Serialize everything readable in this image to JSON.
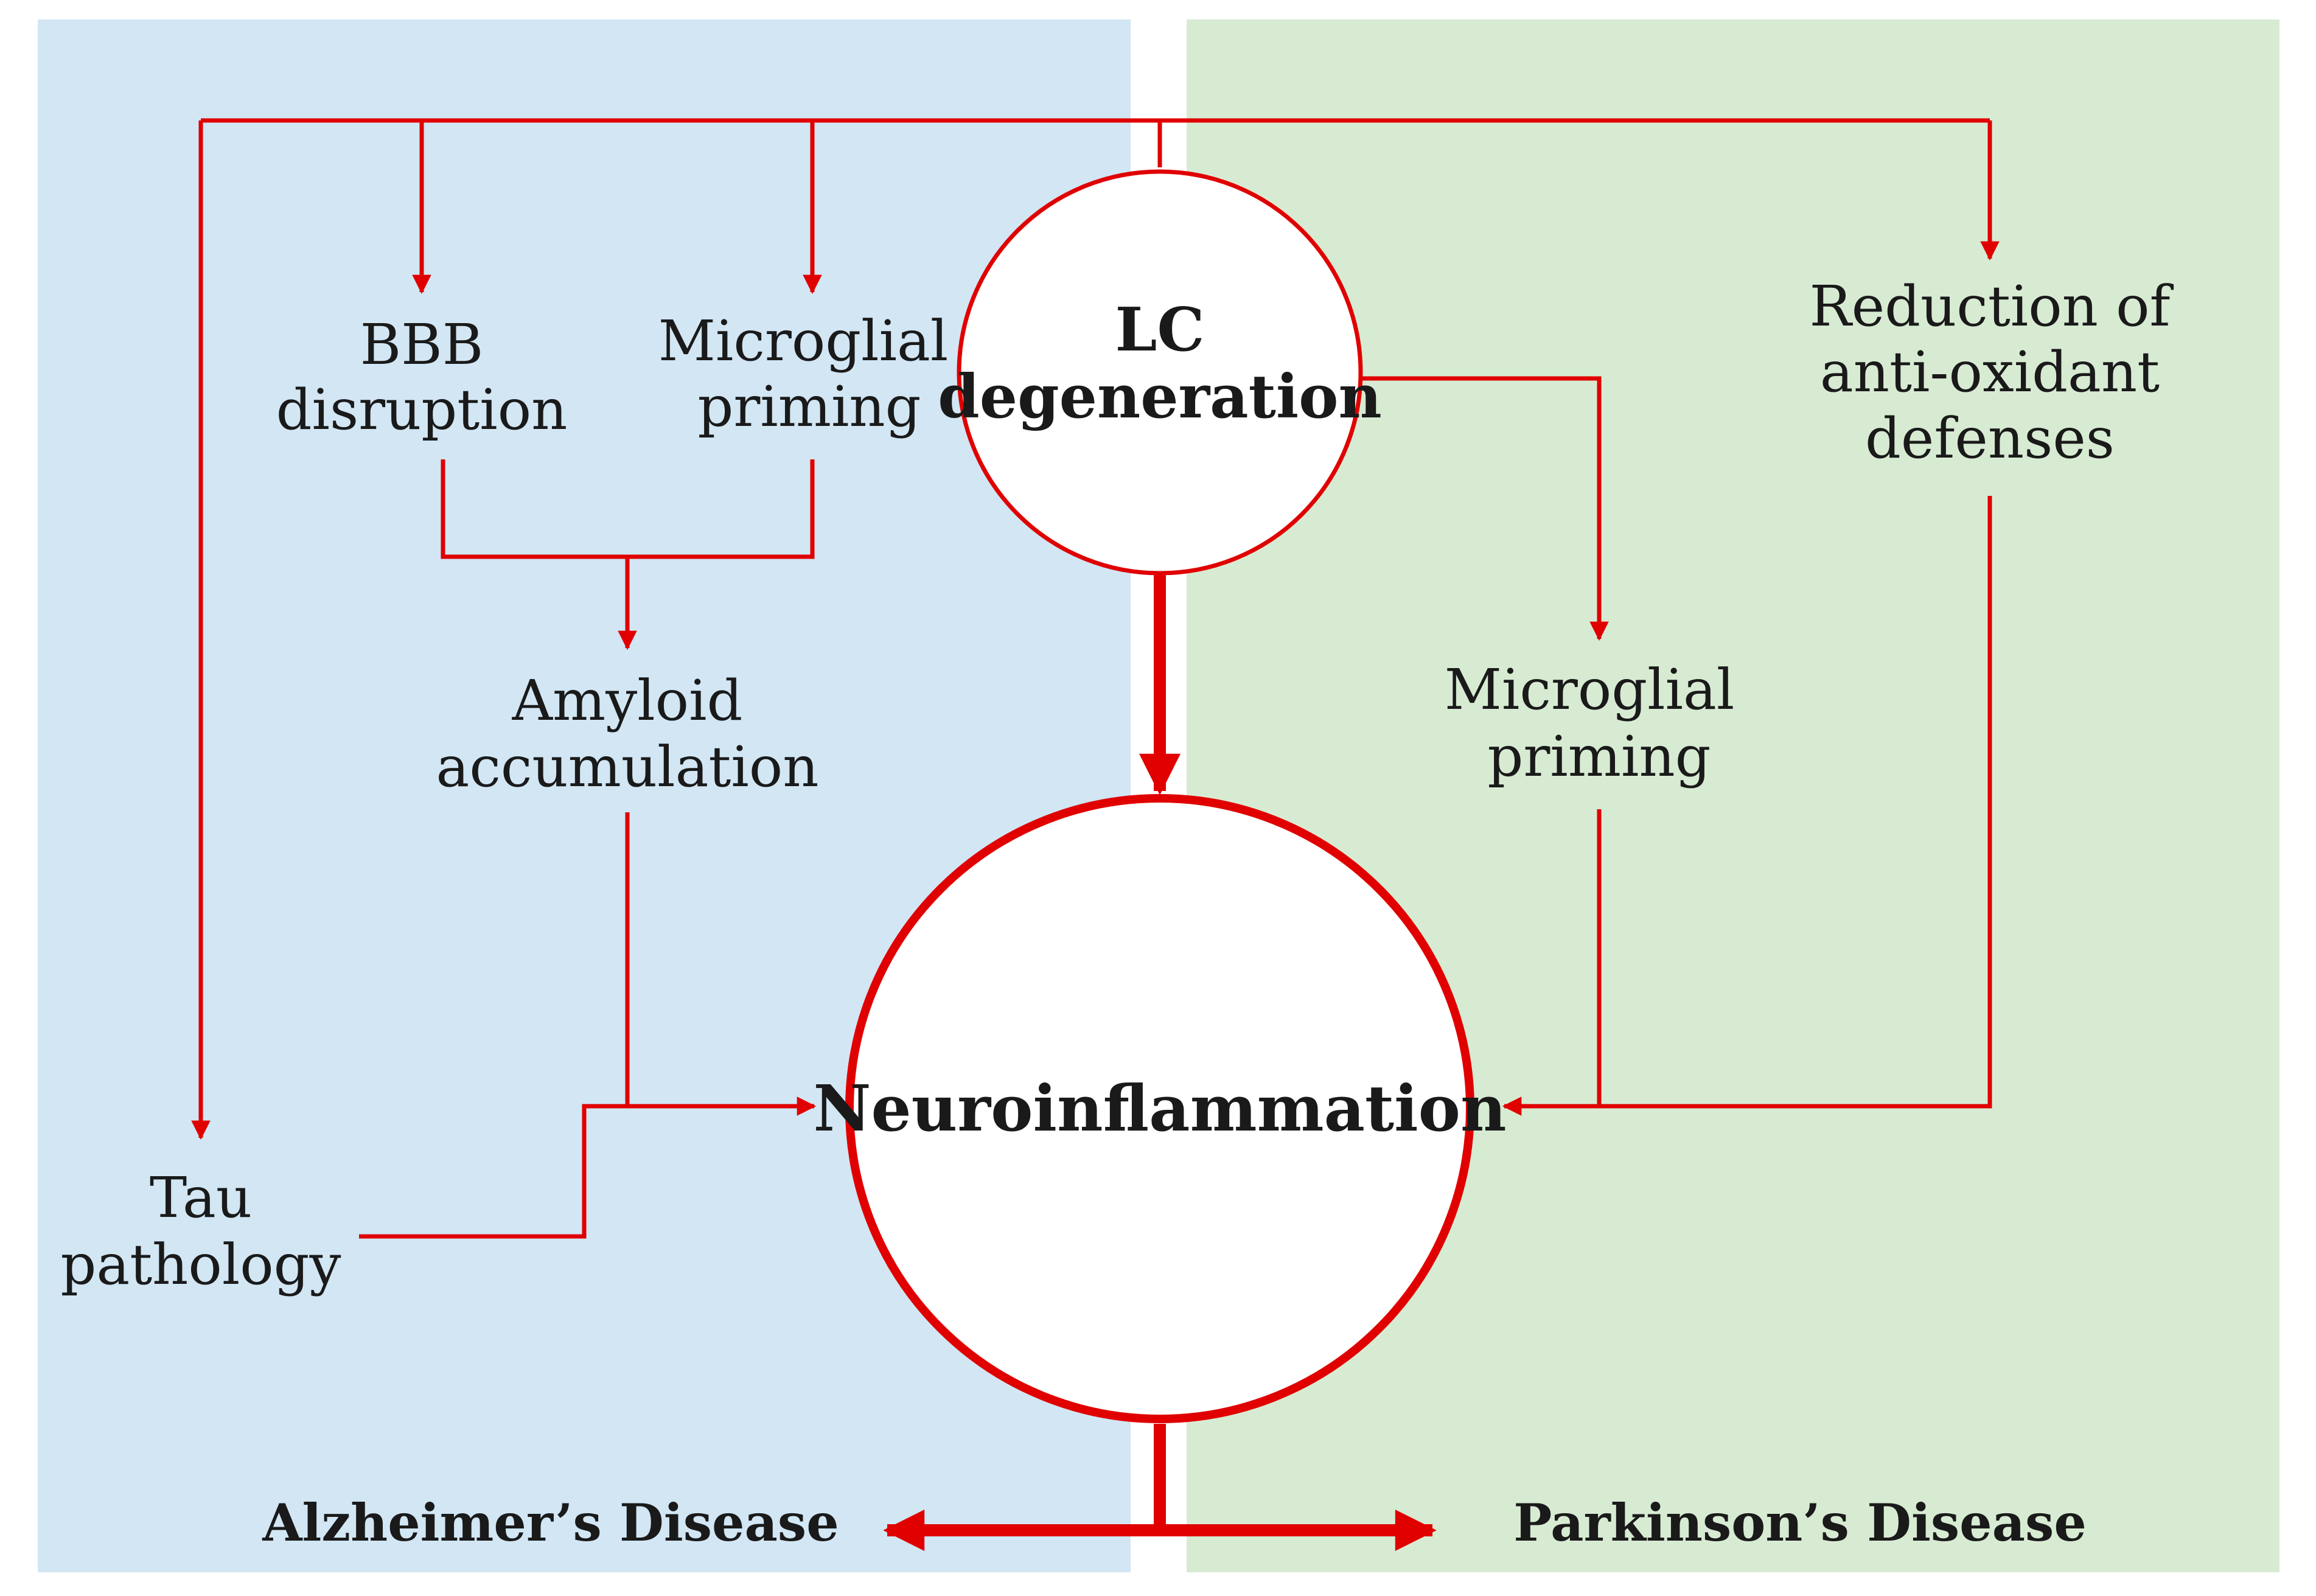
{
  "colors": {
    "alzheimer_panel": "#d2e6f4",
    "parkinson_panel": "#d7ebd3",
    "arrow": "#e00000",
    "circle_fill": "#ffffff",
    "text": "#1a1a1a"
  },
  "nodes": {
    "lc_degeneration": {
      "line1": "LC",
      "line2": "degeneration"
    },
    "neuroinflammation": {
      "label": "Neuroinflammation"
    },
    "bbb_disruption": {
      "line1": "BBB",
      "line2": "disruption"
    },
    "microglial_priming_ad": {
      "line1": "Microglial",
      "line2": "priming"
    },
    "amyloid_accumulation": {
      "line1": "Amyloid",
      "line2": "accumulation"
    },
    "tau_pathology": {
      "line1": "Tau",
      "line2": "pathology"
    },
    "antioxidant_reduction": {
      "line1": "Reduction of",
      "line2": "anti-oxidant",
      "line3": "defenses"
    },
    "microglial_priming_pd": {
      "line1": "Microglial",
      "line2": "priming"
    }
  },
  "diseases": {
    "alzheimer": "Alzheimer’s Disease",
    "parkinson": "Parkinson’s Disease"
  }
}
